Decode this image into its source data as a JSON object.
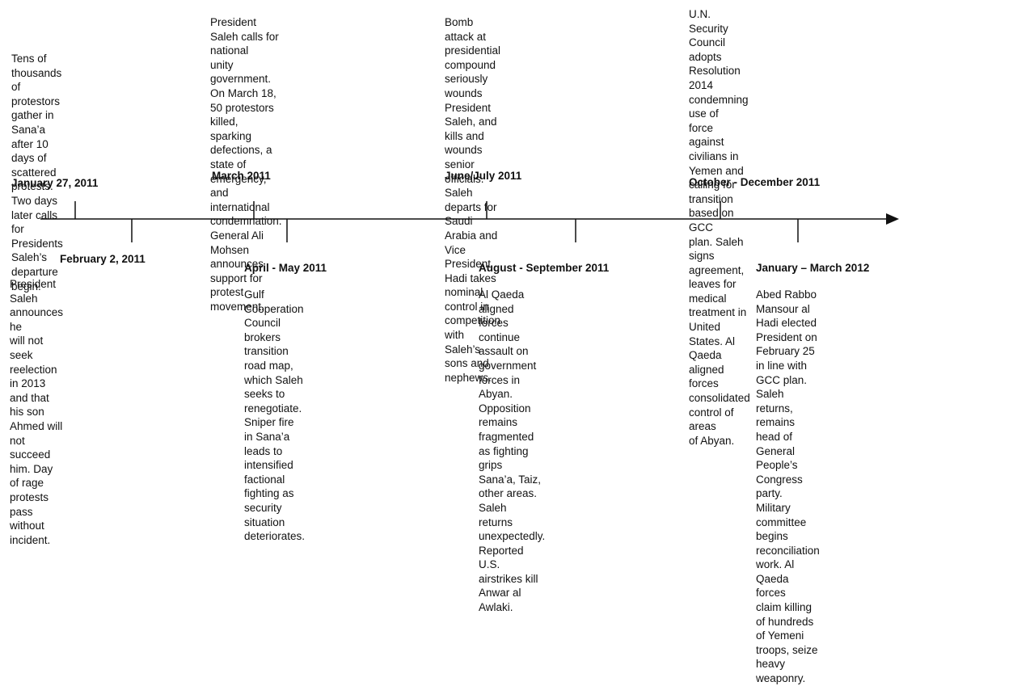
{
  "colors": {
    "background": "#ffffff",
    "text": "#111111",
    "axis": "#111111"
  },
  "events": [
    {
      "date": "January 27, 2011",
      "description": "Tens of thousands of\nprotestors gather in Sana’a\nafter 10 days of scattered\nprotests. Two days later calls\nfor Presidents Saleh’s\ndeparture begin."
    },
    {
      "date": "February 2, 2011",
      "description": "President Saleh announces he\nwill not seek reelection in 2013\nand that his son Ahmed will not\nsucceed him. Day of rage\nprotests pass without incident."
    },
    {
      "date": "March 2011",
      "description": "President Saleh calls for national\nunity government. On March 18,\n50 protestors killed, sparking\ndefections, a state of\nemergency, and international\ncondemnation. General Ali\nMohsen announces support for\nprotest movement."
    },
    {
      "date": "April - May 2011",
      "description": "Gulf Cooperation Council\nbrokers transition road map,\nwhich Saleh seeks to\nrenegotiate. Sniper fire in Sana’a\nleads to intensified factional\nfighting as security situation\ndeteriorates."
    },
    {
      "date": "June/July 2011",
      "description": "Bomb attack at presidential\ncompound seriously wounds\nPresident Saleh, and kills and\nwounds senior officials. Saleh\ndeparts for Saudi Arabia and Vice\nPresident Hadi takes nominal\ncontrol in competition with Saleh’s\nsons and nephews."
    },
    {
      "date": "August - September 2011",
      "description": "Al Qaeda aligned forces continue\nassault on government forces in\nAbyan. Opposition remains\nfragmented as fighting grips\nSana’a, Taiz, other areas. Saleh\nreturns unexpectedly. Reported\nU.S. airstrikes kill Anwar al Awlaki."
    },
    {
      "date": "October - December 2011",
      "description": "U.N. Security Council adopts\nResolution 2014 condemning use of\nforce against civilians in Yemen and\ncalling for transition based on GCC\nplan. Saleh signs agreement,\nleaves for medical treatment in\nUnited States. Al Qaeda aligned\nforces consolidated control of areas\nof Abyan."
    },
    {
      "date": "January – March 2012",
      "description": "Abed Rabbo Mansour al Hadi elected\nPresident on February 25 in line with\nGCC plan. Saleh returns, remains\nhead of General People’s Congress\nparty. Military committee begins\nreconciliation work. Al Qaeda forces\nclaim killing of hundreds of Yemeni\ntroops, seize heavy weaponry."
    }
  ]
}
